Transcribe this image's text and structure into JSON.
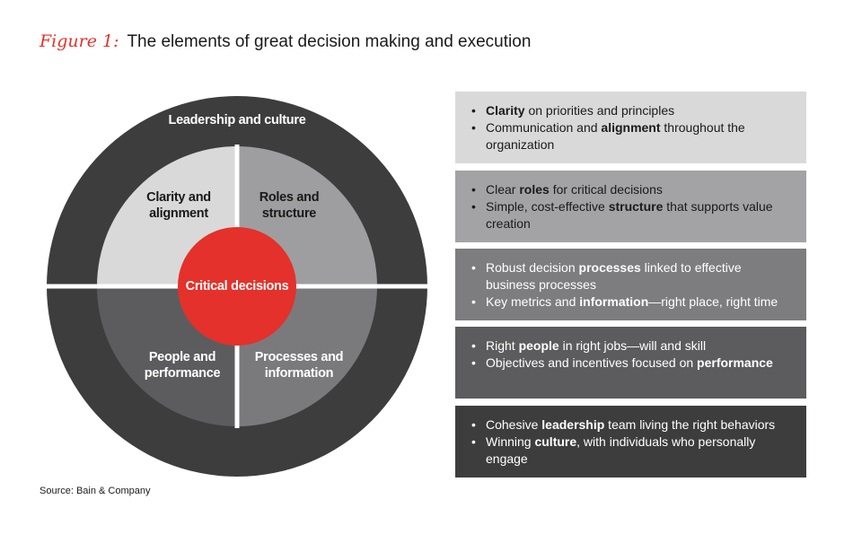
{
  "header": {
    "figure_label": "Figure 1:",
    "title": "The elements of great decision making and execution"
  },
  "diagram": {
    "outer_ring_label": "Leadership and culture",
    "center_label": "Critical decisions",
    "quadrants": [
      {
        "label_line1": "Clarity and",
        "label_line2": "alignment"
      },
      {
        "label_line1": "Roles and",
        "label_line2": "structure"
      },
      {
        "label_line1": "People and",
        "label_line2": "performance"
      },
      {
        "label_line1": "Processes and",
        "label_line2": "information"
      }
    ],
    "colors": {
      "ring": "#3d3d3e",
      "quad_clarity": "#d9d9da",
      "quad_roles": "#9e9ea0",
      "quad_processes": "#7a7a7c",
      "quad_people": "#5c5c5e",
      "center": "#e4312b",
      "dividers": "#ffffff"
    }
  },
  "boxes": [
    {
      "bg": "#d9d9da",
      "fg": "#1a1a1a",
      "bullets": [
        [
          {
            "t": "Clarity",
            "b": true
          },
          {
            "t": " on priorities and principles",
            "b": false
          }
        ],
        [
          {
            "t": "Communication and ",
            "b": false
          },
          {
            "t": "alignment",
            "b": true
          },
          {
            "t": " throughout the organization",
            "b": false
          }
        ]
      ]
    },
    {
      "bg": "#a3a3a5",
      "fg": "#1a1a1a",
      "bullets": [
        [
          {
            "t": "Clear ",
            "b": false
          },
          {
            "t": "roles",
            "b": true
          },
          {
            "t": " for critical decisions",
            "b": false
          }
        ],
        [
          {
            "t": "Simple, cost-effective ",
            "b": false
          },
          {
            "t": "structure",
            "b": true
          },
          {
            "t": " that supports value creation",
            "b": false
          }
        ]
      ]
    },
    {
      "bg": "#7d7d7f",
      "fg": "#ffffff",
      "bullets": [
        [
          {
            "t": "Robust decision ",
            "b": false
          },
          {
            "t": "processes",
            "b": true
          },
          {
            "t": " linked to effective business processes",
            "b": false
          }
        ],
        [
          {
            "t": "Key metrics and ",
            "b": false
          },
          {
            "t": "information",
            "b": true
          },
          {
            "t": "—right place, right time",
            "b": false
          }
        ]
      ]
    },
    {
      "bg": "#5c5c5e",
      "fg": "#ffffff",
      "bullets": [
        [
          {
            "t": "Right ",
            "b": false
          },
          {
            "t": "people",
            "b": true
          },
          {
            "t": " in right jobs—will and skill",
            "b": false
          }
        ],
        [
          {
            "t": "Objectives and incentives focused on ",
            "b": false
          },
          {
            "t": "performance",
            "b": true
          }
        ]
      ]
    },
    {
      "bg": "#3d3d3e",
      "fg": "#ffffff",
      "bullets": [
        [
          {
            "t": "Cohesive ",
            "b": false
          },
          {
            "t": "leadership",
            "b": true
          },
          {
            "t": " team living the right behaviors",
            "b": false
          }
        ],
        [
          {
            "t": "Winning ",
            "b": false
          },
          {
            "t": "culture",
            "b": true
          },
          {
            "t": ", with individuals who personally engage",
            "b": false
          }
        ]
      ]
    }
  ],
  "footer": {
    "source": "Source: Bain & Company"
  }
}
